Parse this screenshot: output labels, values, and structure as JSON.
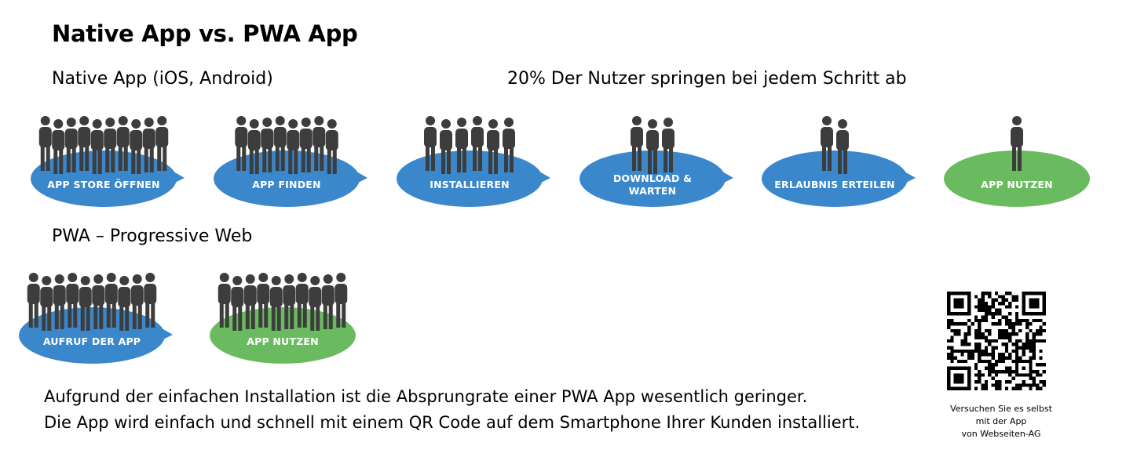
{
  "title": "Native App vs. PWA App",
  "native": {
    "label": "Native App (iOS, Android)",
    "dropout_note": "20% Der Nutzer springen bei jedem Schritt ab",
    "steps": [
      {
        "label": "APP STORE ÖFFNEN",
        "people": 10,
        "color": "#3a87cc"
      },
      {
        "label": "APP FINDEN",
        "people": 8,
        "color": "#3a87cc"
      },
      {
        "label": "INSTALLIEREN",
        "people": 6,
        "color": "#3a87cc"
      },
      {
        "label": "DOWNLOAD &\nWARTEN",
        "people": 3,
        "color": "#3a87cc"
      },
      {
        "label": "ERLAUBNIS ERTEILEN",
        "people": 2,
        "color": "#3a87cc"
      },
      {
        "label": "APP NUTZEN",
        "people": 1,
        "color": "#6abb5f"
      }
    ]
  },
  "pwa": {
    "label": "PWA – Progressive Web",
    "steps": [
      {
        "label": "AUFRUF DER APP",
        "people": 10,
        "color": "#3a87cc"
      },
      {
        "label": "APP NUTZEN",
        "people": 10,
        "color": "#6abb5f"
      }
    ]
  },
  "description": {
    "line1": "Aufgrund der einfachen Installation ist die Absprungrate einer PWA App wesentlich geringer.",
    "line2": "Die App wird einfach und schnell mit einem QR Code auf dem Smartphone Ihrer Kunden installiert."
  },
  "qr_caption": "Versuchen Sie es selbst\nmit der App\nvon Webseiten-AG",
  "colors": {
    "person": "#3d3d3d",
    "blue": "#3a87cc",
    "green": "#6abb5f"
  }
}
